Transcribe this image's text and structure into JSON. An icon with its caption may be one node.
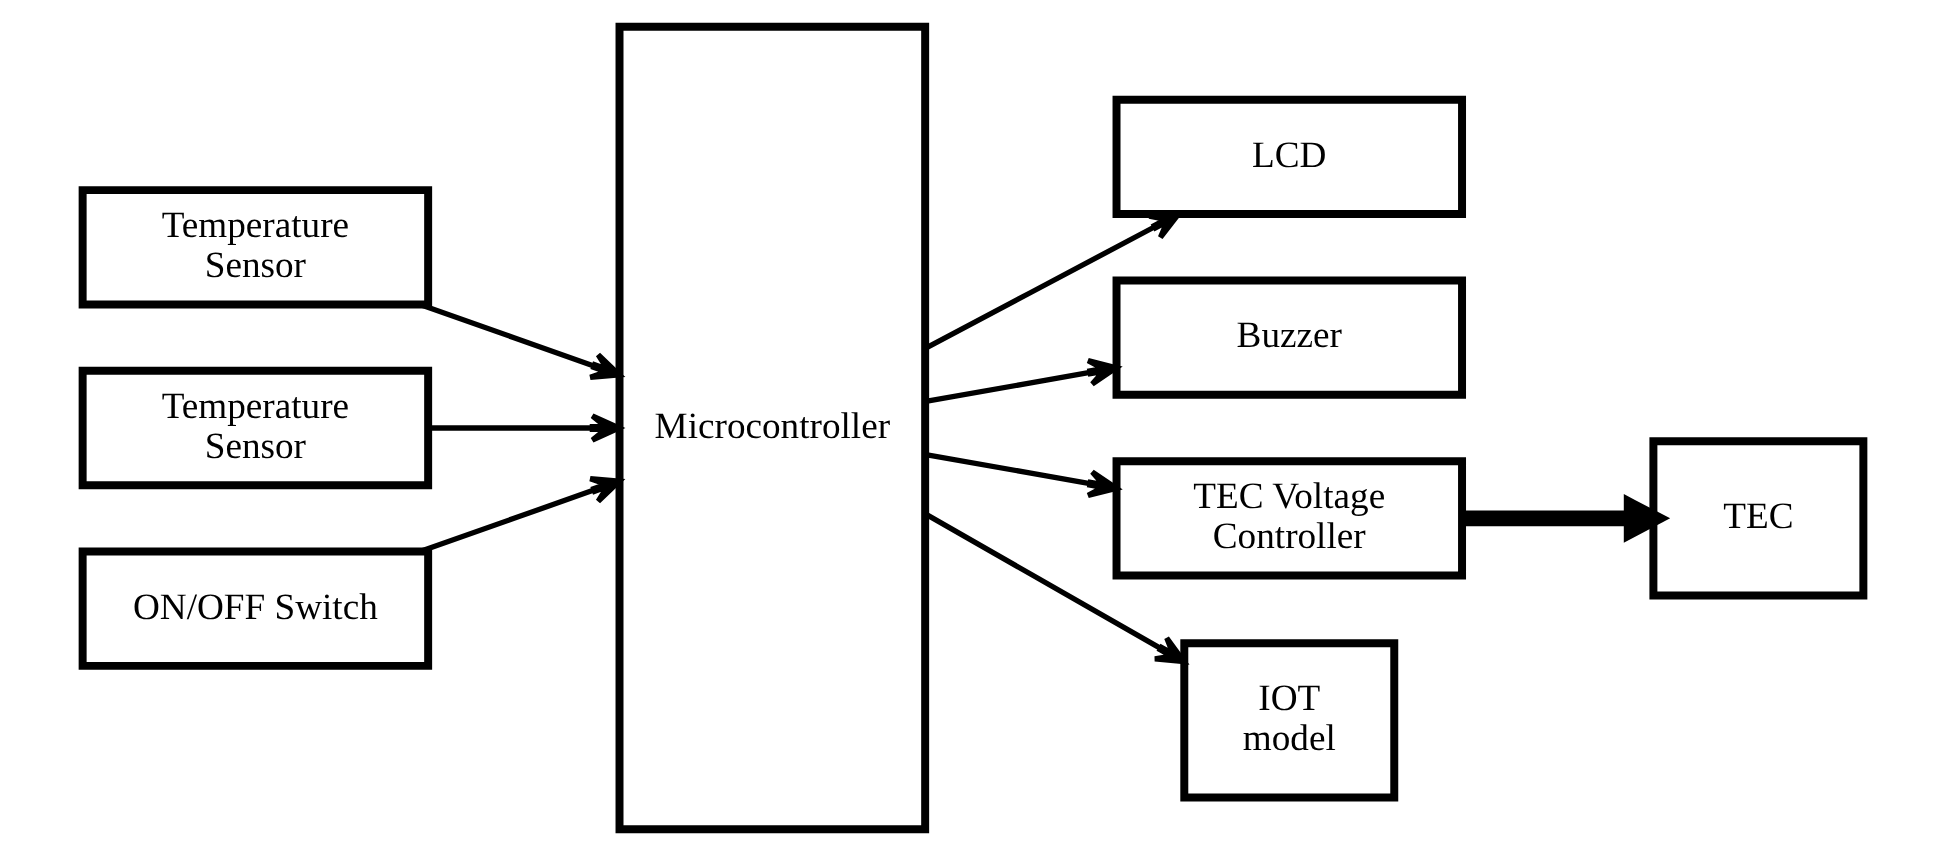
{
  "diagram": {
    "nodes": [
      {
        "text": [
          "Temperature Sensor"
        ]
      },
      {
        "text": [
          "Temperature Sensor"
        ]
      },
      {
        "text": [
          "ON/OFF Switch"
        ]
      },
      {
        "text": [
          "Microcontroller"
        ]
      },
      {
        "text": [
          "LCD"
        ]
      },
      {
        "text": [
          "Buzzer"
        ]
      },
      {
        "text": [
          "TEC Voltage Controller"
        ]
      },
      {
        "text": [
          "TEC"
        ]
      },
      {
        "text": [
          "IOT model"
        ]
      }
    ],
    "edges": [
      {
        "from": 0,
        "to": 3,
        "arrow": "to"
      },
      {
        "from": 1,
        "to": 3,
        "arrow": "to"
      },
      {
        "from": 2,
        "to": 3,
        "arrow": "to"
      },
      {
        "from": 3,
        "to": 4,
        "arrow": "to"
      },
      {
        "from": 3,
        "to": 5,
        "arrow": "to"
      },
      {
        "from": 3,
        "to": 6,
        "arrow": "to"
      },
      {
        "from": 6,
        "to": 7,
        "arrow": "to",
        "style": "thick"
      },
      {
        "from": 3,
        "to": 8,
        "arrow": "to"
      }
    ]
  }
}
